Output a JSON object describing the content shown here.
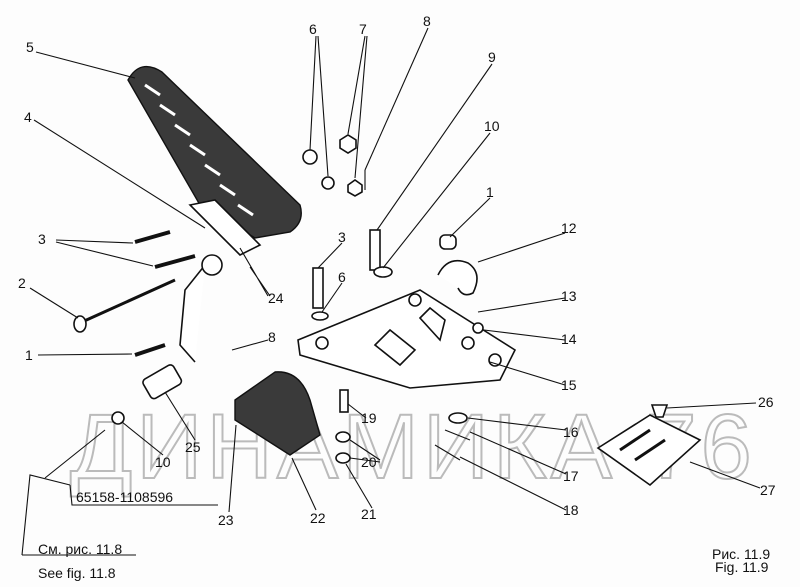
{
  "figure": {
    "caption_ru": "Рис. 11.9",
    "caption_en": "Fig. 11.9",
    "see_ru": "См. рис. 11.8",
    "see_en": "See fig. 11.8",
    "part_number": "65158-1108596",
    "watermark": "ДИНАМИКА 76"
  },
  "callouts": [
    "5",
    "4",
    "6",
    "7",
    "8",
    "9",
    "10",
    "1",
    "12",
    "3",
    "3",
    "6",
    "2",
    "24",
    "13",
    "14",
    "1",
    "8",
    "15",
    "25",
    "10",
    "19",
    "26",
    "16",
    "20",
    "17",
    "27",
    "21",
    "18",
    "23",
    "22"
  ]
}
